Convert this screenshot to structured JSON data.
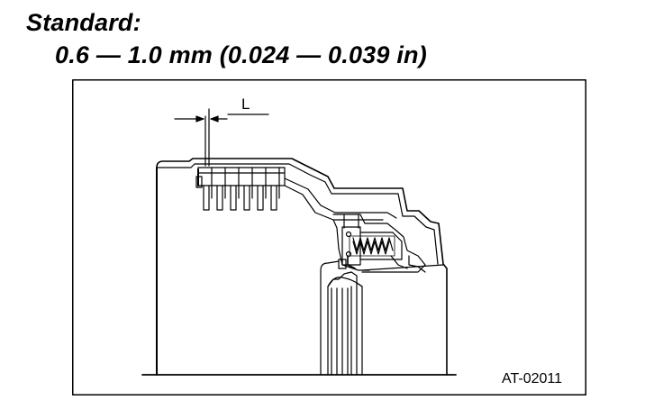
{
  "spec": {
    "heading": "Standard:",
    "value": "0.6 — 1.0 mm (0.024 — 0.039 in)"
  },
  "figure": {
    "dimension_label": "L",
    "code": "AT-02011"
  }
}
